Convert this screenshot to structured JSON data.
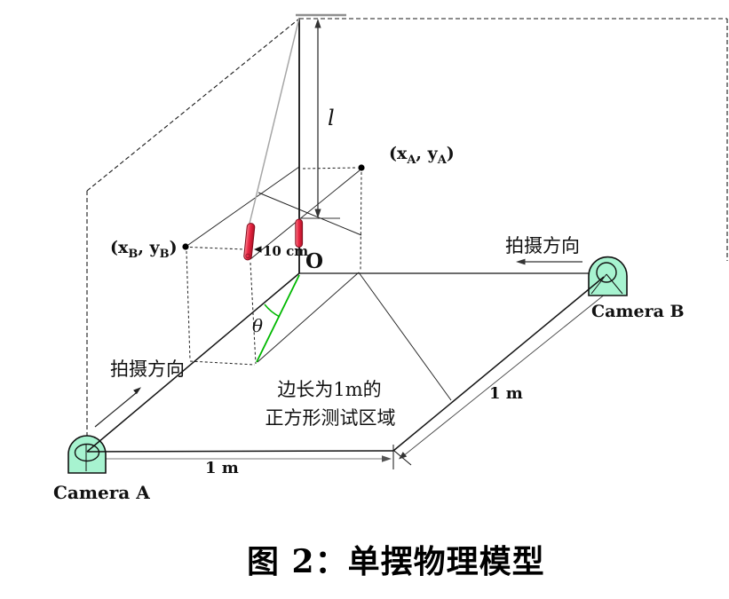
{
  "figure": {
    "caption": "图 2：单摆物理模型",
    "pendulum": {
      "length_label": "l",
      "origin_label": "O",
      "angle_label": "θ",
      "amplitude_label": "10 cm"
    },
    "points": {
      "a": {
        "pre": "(x",
        "sub1": "A",
        "mid": ", y",
        "sub2": "A",
        "post": ")"
      },
      "b": {
        "pre": "(x",
        "sub1": "B",
        "mid": ", y",
        "sub2": "B",
        "post": ")"
      }
    },
    "cameras": {
      "a_label": "Camera A",
      "b_label": "Camera B"
    },
    "directions": {
      "left_label": "拍摄方向",
      "right_label": "拍摄方向"
    },
    "dimensions": {
      "bottom_label": "1 m",
      "right_label": "1 m"
    },
    "test_area": {
      "line1": "边长为1m的",
      "line2": "正方形测试区域"
    },
    "colors": {
      "bob_red": "#e8203d",
      "camera_green": "#a7f3d0",
      "trace_green": "#00b800",
      "string_gray": "#a6a6a6"
    }
  }
}
